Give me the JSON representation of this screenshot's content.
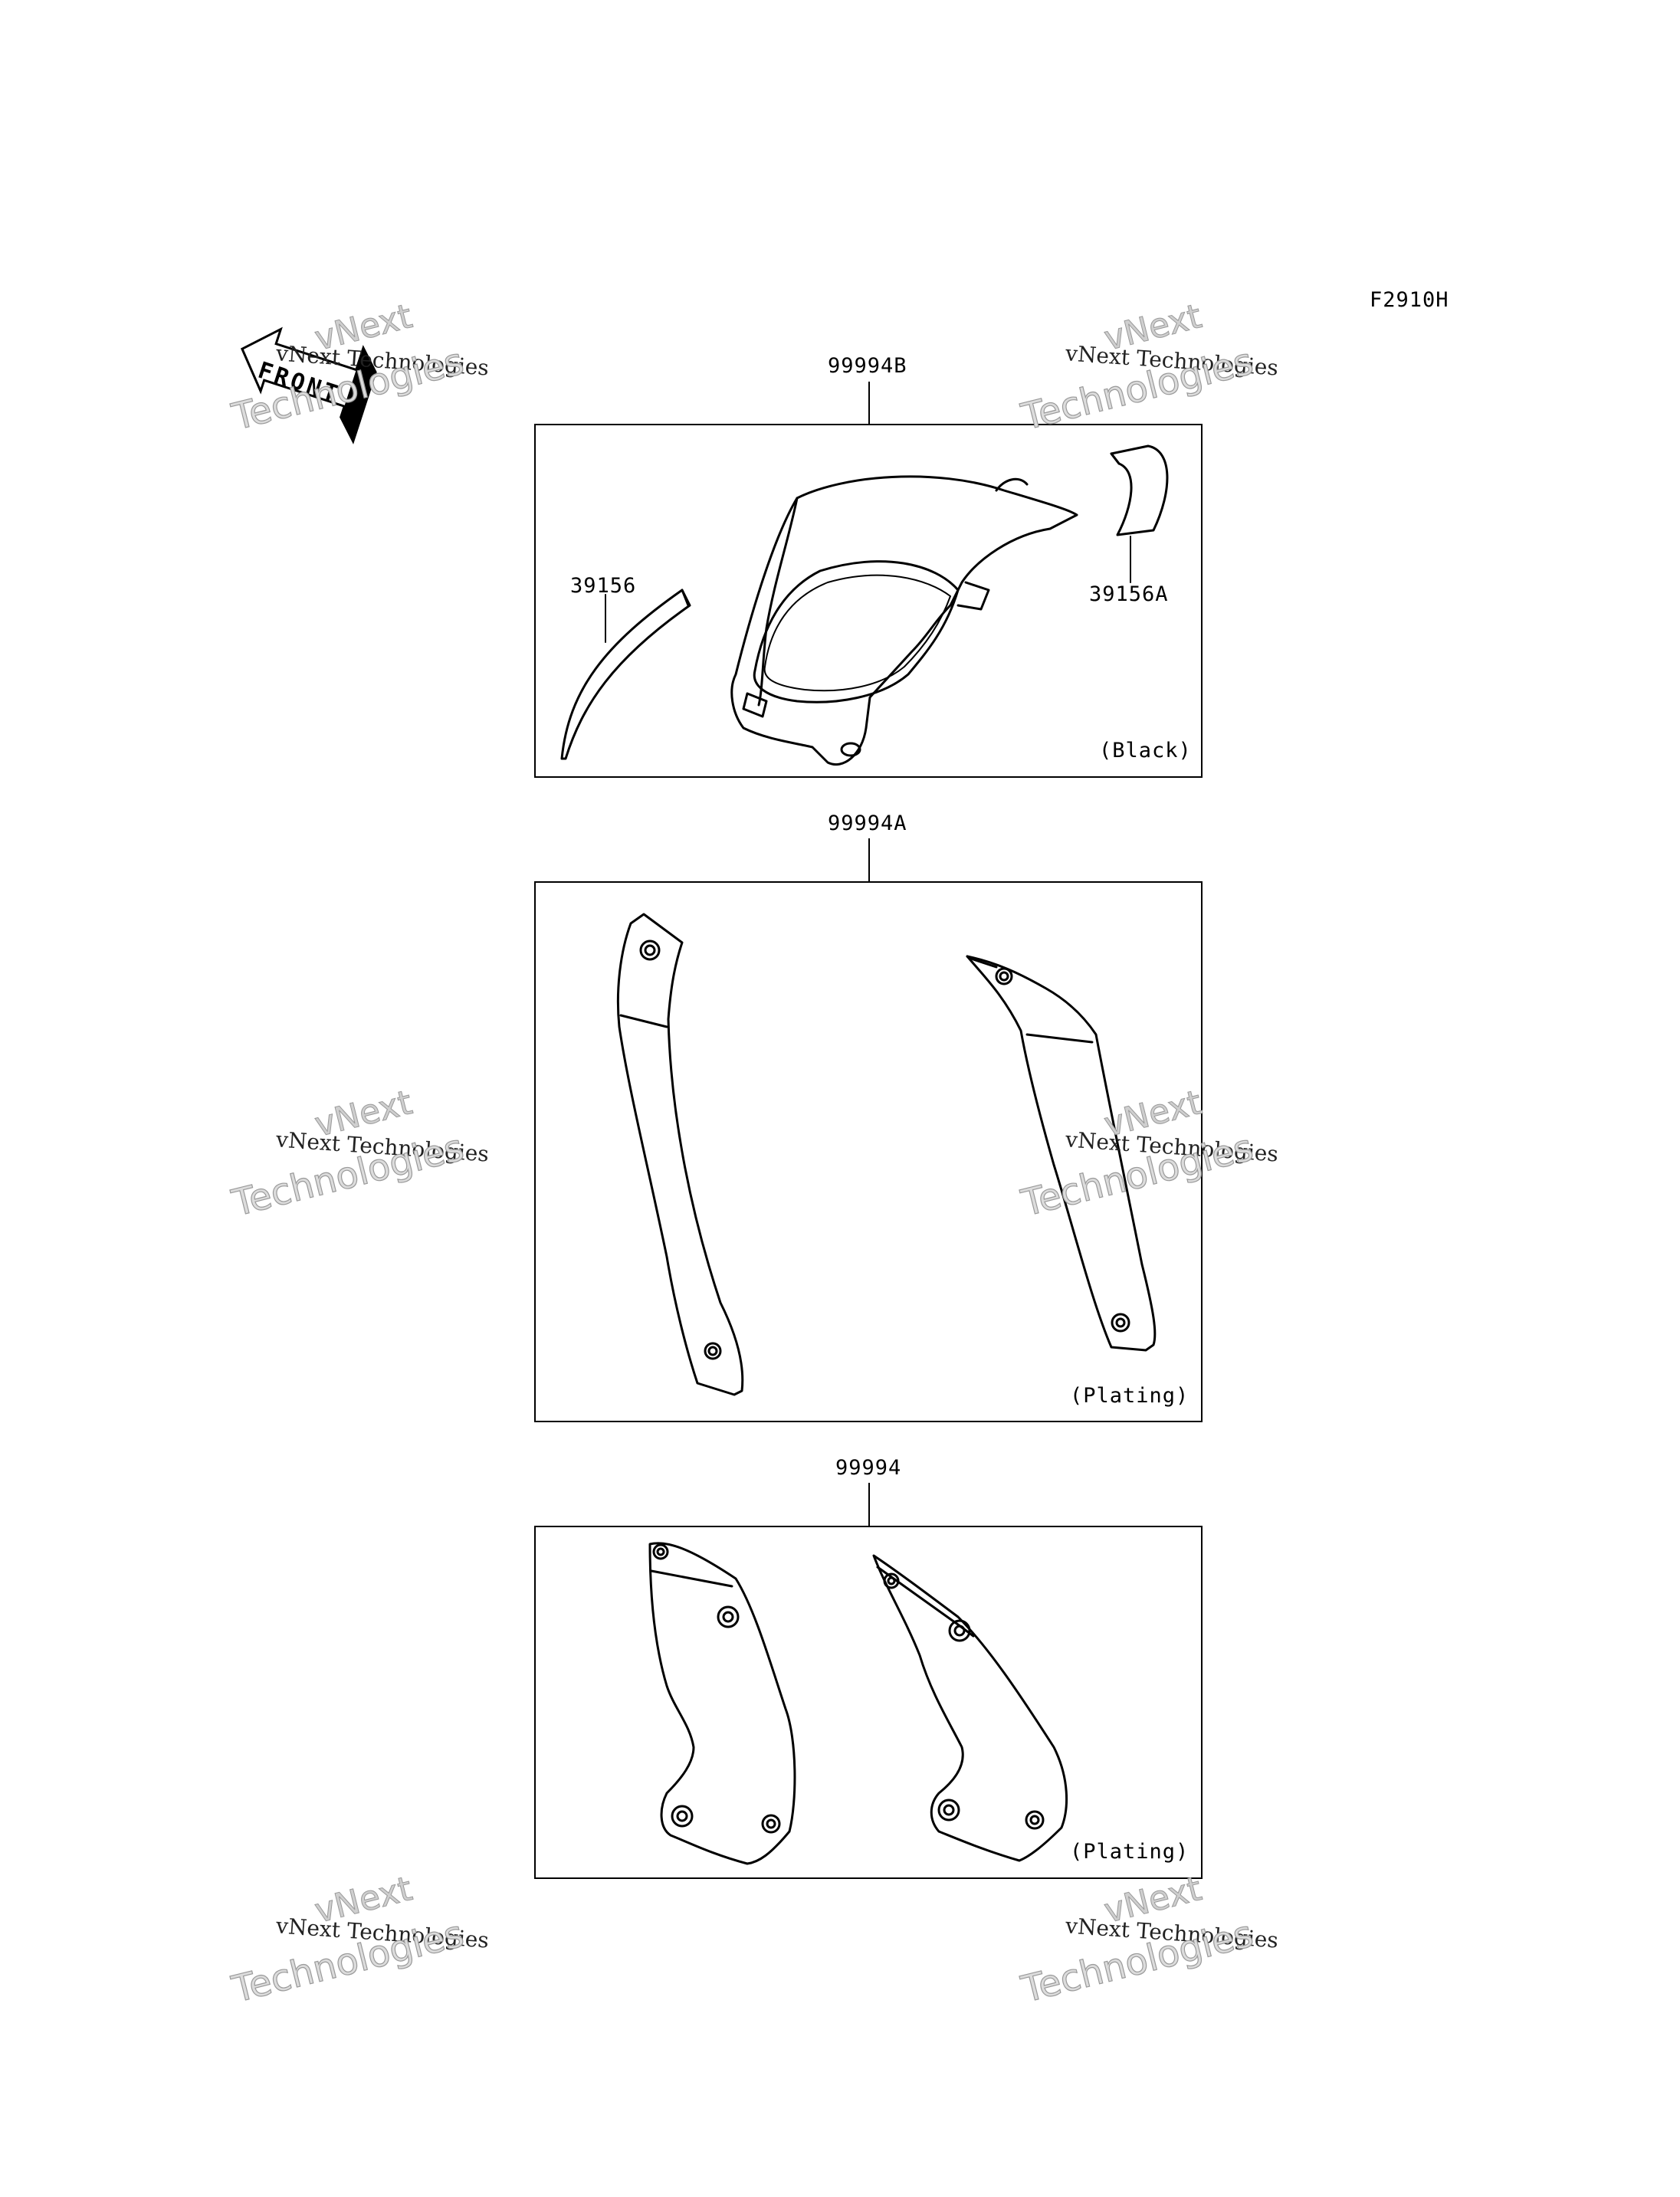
{
  "figure_code": "F2910H",
  "front_label": "FRONT",
  "panels": [
    {
      "part": "99994B",
      "finish": "(Black)",
      "callouts": [
        "39156",
        "39156A"
      ]
    },
    {
      "part": "99994A",
      "finish": "(Plating)"
    },
    {
      "part": "99994",
      "finish": "(Plating)"
    }
  ],
  "watermark": {
    "line1": "vNext",
    "line2": "vNext Technologies",
    "line3": "Technologies"
  },
  "colors": {
    "line": "#000000",
    "watermark": "#9a9a9a"
  }
}
